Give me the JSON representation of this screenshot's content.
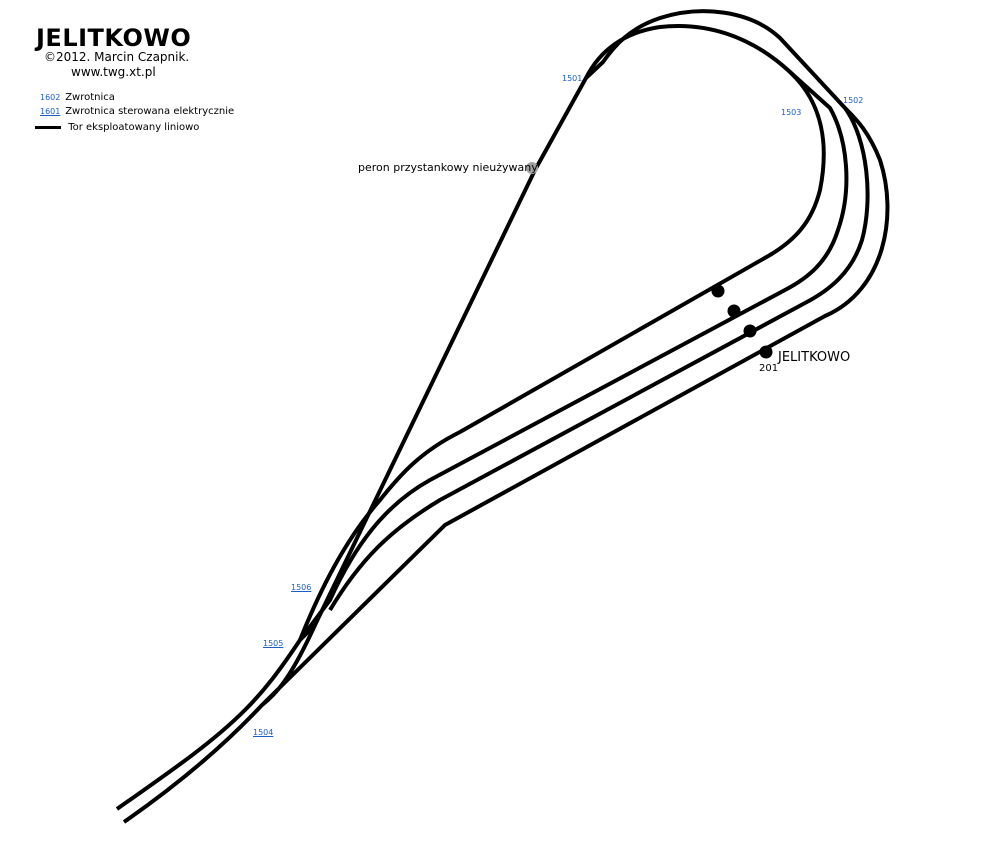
{
  "header": {
    "title": "JELITKOWO",
    "copyright": "©2012. Marcin Czapnik.",
    "website": "www.twg.xt.pl"
  },
  "legend": {
    "switch_number": "1602",
    "switch_label": "Zwrotnica",
    "electric_switch_number": "1601",
    "electric_switch_label": "Zwrotnica sterowana elektrycznie",
    "track_label": "Tor eksploatowany liniowo"
  },
  "switches": {
    "s1501": "1501",
    "s1502": "1502",
    "s1503": "1503",
    "s1504": "1504",
    "s1505": "1505",
    "s1506": "1506"
  },
  "platform": {
    "label": "peron przystankowy nieużywany",
    "color": "#a0a0a0"
  },
  "station": {
    "name": "JELITKOWO",
    "signal": "201"
  },
  "colors": {
    "track": "#000000",
    "switch_text": "#1a5fc8",
    "background": "#ffffff"
  }
}
